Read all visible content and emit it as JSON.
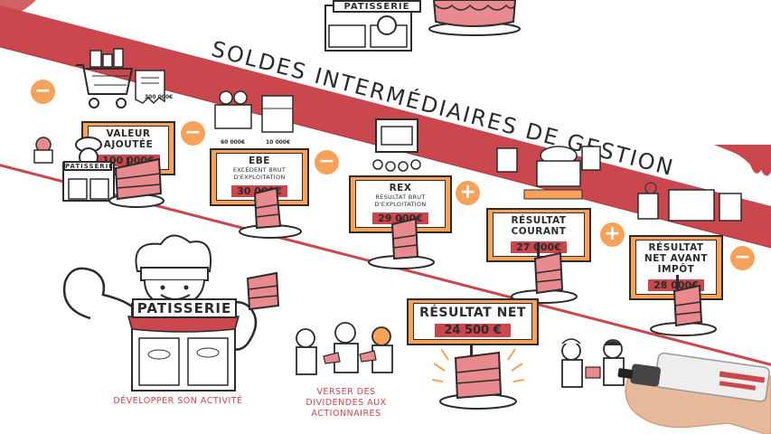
{
  "title": "SOLDES INTERMÉDIAIRES DE GESTION",
  "shop_name": "PATISSERIE",
  "operators": {
    "minus": "−",
    "plus": "+"
  },
  "steps": [
    {
      "label": "VALEUR AJOUTÉE",
      "subtitle": "",
      "value": "100 000€"
    },
    {
      "label": "EBE",
      "subtitle": "EXCÉDENT BRUT D'EXPLOITATION",
      "value": "30 000€"
    },
    {
      "label": "REX",
      "subtitle": "RÉSULTAT BRUT D'EXPLOITATION",
      "value": "29 000€"
    },
    {
      "label": "RÉSULTAT COURANT",
      "subtitle": "",
      "value": "27 000€"
    },
    {
      "label": "RÉSULTAT NET AVANT IMPÔT",
      "subtitle": "",
      "value": "28 000€"
    }
  ],
  "result": {
    "label": "RÉSULTAT NET",
    "value": "24 500 €"
  },
  "notes": {
    "purchases_total": "300 000€",
    "ebe_left": "60 000€",
    "ebe_right": "10 000€"
  },
  "captions": {
    "develop": "DÉVELOPPER SON ACTIVITÉ",
    "dividends": "VERSER DES DIVIDENDES AUX ACTIONNAIRES"
  },
  "colors": {
    "accent_red": "#c9474d",
    "accent_orange": "#f7a25a",
    "ink": "#2b2b2b",
    "cake_pink": "#e88a8e"
  }
}
